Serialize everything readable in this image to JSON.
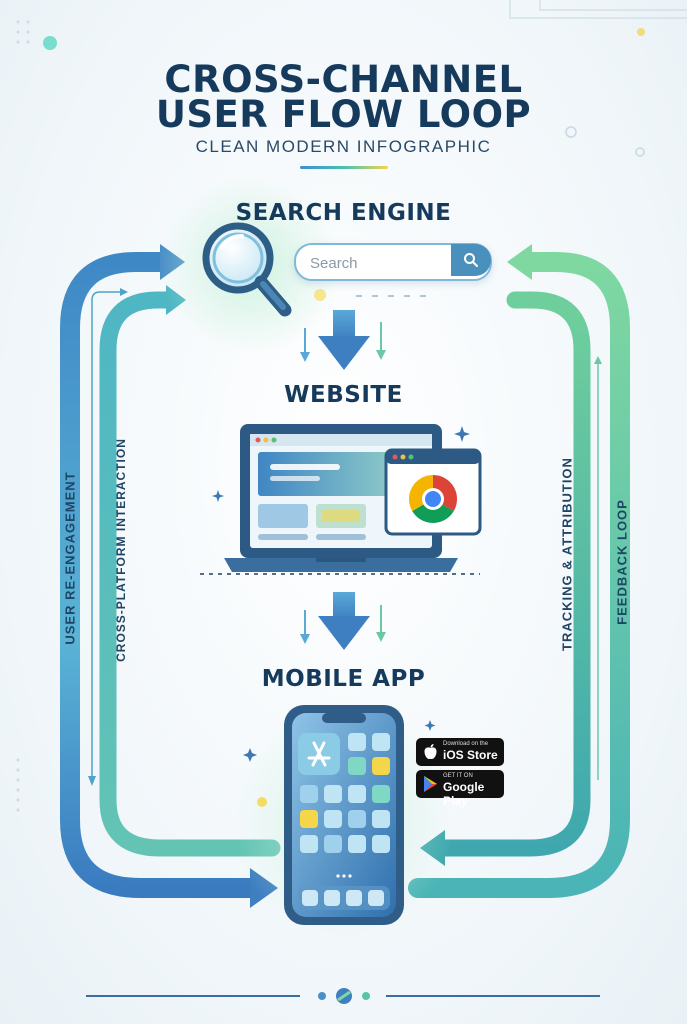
{
  "header": {
    "title_line1": "CROSS-CHANNEL",
    "title_line2": "USER FLOW LOOP",
    "subtitle": "CLEAN MODERN INFOGRAPHIC"
  },
  "stages": {
    "search": {
      "title": "SEARCH ENGINE",
      "placeholder": "Search"
    },
    "website": {
      "title": "WEBSITE"
    },
    "mobile": {
      "title": "MOBILE APP"
    }
  },
  "loop_labels": {
    "outer_left": "USER RE-ENGAGEMENT",
    "inner_left": "CROSS-PLATFORM INTERACTION",
    "inner_right": "TRACKING & ATTRIBUTION",
    "outer_right": "FEEDBACK LOOP"
  },
  "badges": {
    "ios_small": "Download on the",
    "ios_big": "iOS Store",
    "play_small": "GET IT ON",
    "play_big": "Google Play"
  },
  "icons": {
    "magnifier": "magnifier-icon",
    "search_button": "search-icon",
    "browser": "browser-logo-icon",
    "app_store": "app-store-icon",
    "apple": "apple-icon",
    "play": "play-store-icon"
  },
  "colors": {
    "title": "#163a5c",
    "blue": "#3f7fc0",
    "teal": "#3fb8a8",
    "green": "#7fd8a0",
    "accent_yellow": "#f4d64a"
  }
}
